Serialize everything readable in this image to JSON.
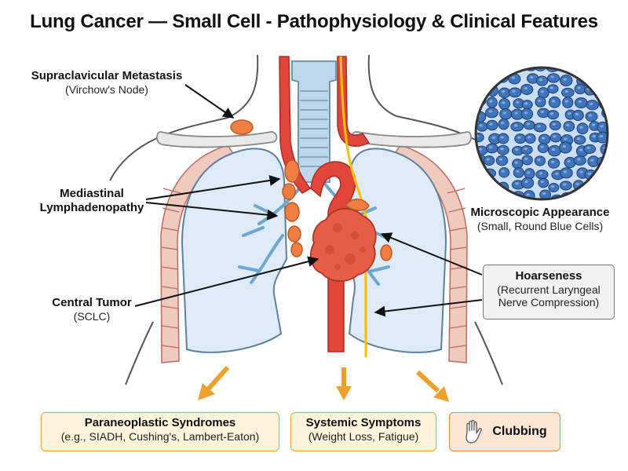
{
  "title": "Lung Cancer — Small Cell - Pathophysiology & Clinical Features",
  "labels": {
    "supraclavicular": {
      "title": "Supraclavicular Metastasis",
      "subtitle": "(Virchow's Node)"
    },
    "mediastinal": {
      "line1": "Mediastinal",
      "line2": "Lymphadenopathy"
    },
    "central_tumor": {
      "title": "Central Tumor",
      "subtitle": "(SCLC)"
    },
    "microscopic": {
      "title": "Microscopic Appearance",
      "subtitle": "(Small, Round Blue Cells)"
    },
    "hoarseness": {
      "title": "Hoarseness",
      "line1": "(Recurrent Laryngeal",
      "line2": "Nerve Compression)"
    }
  },
  "outcomes": {
    "paraneoplastic": {
      "title": "Paraneoplastic Syndromes",
      "subtitle": "(e.g., SIADH, Cushing's, Lambert-Eaton)"
    },
    "systemic": {
      "title": "Systemic Symptoms",
      "subtitle": "(Weight Loss, Fatigue)"
    },
    "clubbing": {
      "title": "Clubbing",
      "icon": "hand-icon"
    }
  },
  "colors": {
    "artery": "#e0463a",
    "tumor": "#e85d45",
    "lymph_node": "#ee7e44",
    "lung_fill": "#dcebf6",
    "trachea": "#bcd8ea",
    "nerve": "#f2c200",
    "arrow_orange": "#eda02c",
    "cell_nucleus": "#2f62a8"
  }
}
